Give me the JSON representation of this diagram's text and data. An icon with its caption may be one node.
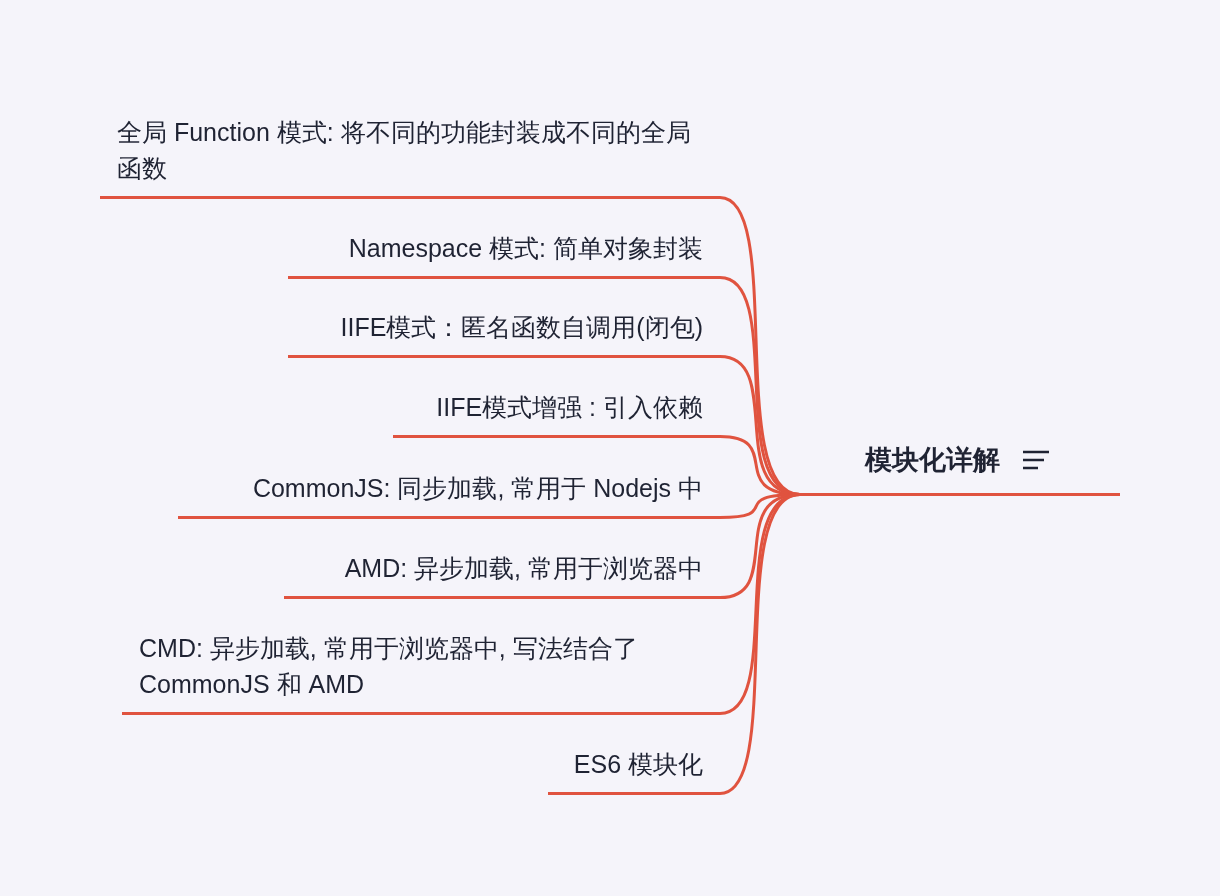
{
  "diagram": {
    "nodes": [
      {
        "text": [
          "模块化详解"
        ]
      },
      {
        "text": [
          "全局 Function 模式: 将不同的功能封装成不同的全局函数"
        ]
      },
      {
        "text": [
          "Namespace 模式: 简单对象封装"
        ]
      },
      {
        "text": [
          "IIFE模式：匿名函数自调用(闭包)"
        ]
      },
      {
        "text": [
          "IIFE模式增强 : 引入依赖"
        ]
      },
      {
        "text": [
          "CommonJS: 同步加载, 常用于 Nodejs 中"
        ]
      },
      {
        "text": [
          "AMD: 异步加载, 常用于浏览器中"
        ]
      },
      {
        "text": [
          "CMD: 异步加载, 常用于浏览器中, 写法结合了 CommonJS 和 AMD"
        ]
      },
      {
        "text": [
          "ES6 模块化"
        ]
      }
    ],
    "edges": [
      {
        "from": 0,
        "to": 1,
        "arrow": "none"
      },
      {
        "from": 0,
        "to": 2,
        "arrow": "none"
      },
      {
        "from": 0,
        "to": 3,
        "arrow": "none"
      },
      {
        "from": 0,
        "to": 4,
        "arrow": "none"
      },
      {
        "from": 0,
        "to": 5,
        "arrow": "none"
      },
      {
        "from": 0,
        "to": 6,
        "arrow": "none"
      },
      {
        "from": 0,
        "to": 7,
        "arrow": "none"
      },
      {
        "from": 0,
        "to": 8,
        "arrow": "none"
      }
    ]
  }
}
